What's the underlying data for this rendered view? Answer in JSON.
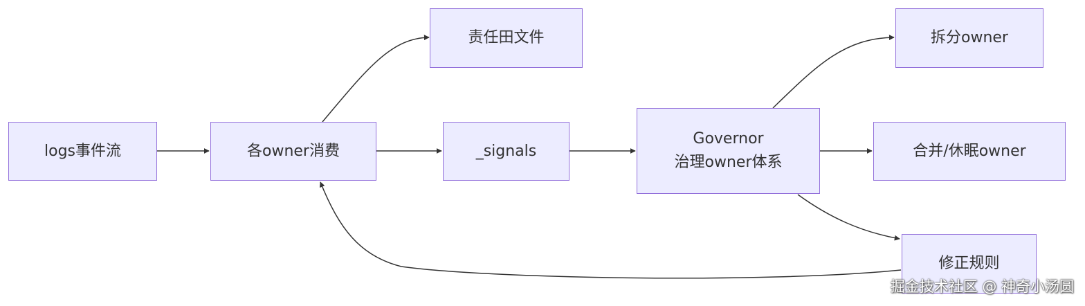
{
  "diagram": {
    "type": "flowchart",
    "colors": {
      "node_fill": "#ececff",
      "node_border": "#9370db",
      "text": "#333333",
      "edge": "#333333"
    },
    "nodes": {
      "logs": {
        "label": "logs事件流"
      },
      "consume": {
        "label": "各owner消费"
      },
      "responsibility": {
        "label": "责任田文件"
      },
      "signals": {
        "label": "_signals"
      },
      "governor": {
        "line1": "Governor",
        "line2": "治理owner体系"
      },
      "split": {
        "label": "拆分owner"
      },
      "merge": {
        "label": "合并/休眠owner"
      },
      "fix_rules": {
        "label": "修正规则"
      }
    },
    "edges": [
      {
        "from": "logs",
        "to": "consume"
      },
      {
        "from": "consume",
        "to": "responsibility"
      },
      {
        "from": "consume",
        "to": "signals"
      },
      {
        "from": "signals",
        "to": "governor"
      },
      {
        "from": "governor",
        "to": "split"
      },
      {
        "from": "governor",
        "to": "merge"
      },
      {
        "from": "governor",
        "to": "fix_rules"
      },
      {
        "from": "fix_rules",
        "to": "consume"
      }
    ]
  },
  "watermark": "掘金技术社区 @ 神奇小汤圆"
}
